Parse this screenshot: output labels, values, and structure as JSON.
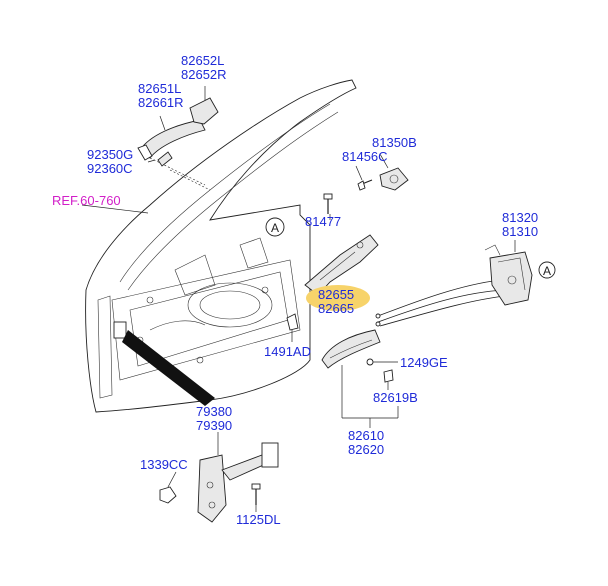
{
  "colors": {
    "label_blue": "#1f2bd8",
    "reference_magenta": "#d21fc8",
    "highlight_yellow": "#f7d36a",
    "line_dark": "#222222"
  },
  "labels": {
    "p82652": [
      "82652L",
      "82652R"
    ],
    "p82651": [
      "82651L",
      "82661R"
    ],
    "p92350": [
      "92350G",
      "92360C"
    ],
    "ref": "REF.60-760",
    "p81350": "81350B",
    "p81456": "81456C",
    "p81477": "81477",
    "p81320": [
      "81320",
      "81310"
    ],
    "p82655": [
      "82655",
      "82665"
    ],
    "p1491": "1491AD",
    "p1249": "1249GE",
    "p82619": "82619B",
    "p82610": [
      "82610",
      "82620"
    ],
    "p79380": [
      "79380",
      "79390"
    ],
    "p1339": "1339CC",
    "p1125": "1125DL",
    "view_a_left": "A",
    "view_a_right": "A"
  }
}
